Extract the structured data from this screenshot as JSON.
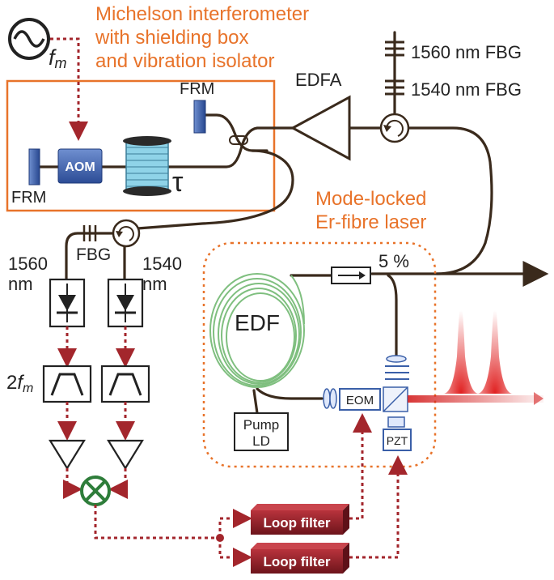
{
  "labels": {
    "fm_symbol": "f",
    "fm_subscript": "m",
    "michelson_line1": "Michelson interferometer",
    "michelson_line2": "with shielding box",
    "michelson_line3": "and vibration isolator",
    "fbg_1560": "1560 nm FBG",
    "fbg_1540": "1540 nm FBG",
    "edfa": "EDFA",
    "frm_top": "FRM",
    "frm_left": "FRM",
    "aom": "AOM",
    "tau": "τ",
    "mode_locked_line1": "Mode-locked",
    "mode_locked_line2": "Er-fibre laser",
    "fbg_small": "FBG",
    "nm1560_line1": "1560",
    "nm1560_line2": "nm",
    "nm1540_line1": "1540",
    "nm1540_line2": "nm",
    "five_percent": "5 %",
    "edf": "EDF",
    "two_fm_prefix": "2",
    "two_fm_f": "f",
    "two_fm_sub": "m",
    "pump_ld_line1": "Pump",
    "pump_ld_line2": "LD",
    "eom": "EOM",
    "pzt": "PZT",
    "loop_filter_1": "Loop filter",
    "loop_filter_2": "Loop filter"
  },
  "colors": {
    "accent_orange": "#e8732a",
    "fiber": "#3a2a1c",
    "rf_signal": "#a3262c",
    "component_blue": "#3a5fa8",
    "edf_green": "#7fbf7f",
    "pulse_red": "#d42020",
    "mixer_green": "#2e7d3a",
    "loop_filter_red": "#8e1e26"
  }
}
